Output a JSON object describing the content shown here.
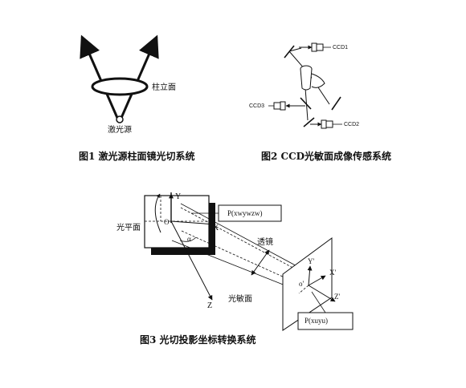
{
  "fig1": {
    "cylinder_label": "柱立面",
    "source_label": "激光源",
    "caption": "图1 激光源柱面镜光切系统"
  },
  "fig2": {
    "ccd1": "CCD1",
    "ccd2": "CCD2",
    "ccd3": "CCD3",
    "caption": "图2 CCD光敏面成像传感系统"
  },
  "fig3": {
    "y_axis": "Y",
    "x_axis": "X",
    "z_axis": "Z",
    "origin": "O",
    "light_plane": "光平面",
    "lens": "透镜",
    "sensor_plane": "光敏面",
    "world_point": "P(xwywzw)",
    "image_point": "P(xuyu)",
    "y_prime": "Y'",
    "x_prime": "X'",
    "z_prime": "Z'",
    "origin_prime": "o'",
    "angle_alpha": "α",
    "caption": "图3 光切投影坐标转换系统"
  }
}
